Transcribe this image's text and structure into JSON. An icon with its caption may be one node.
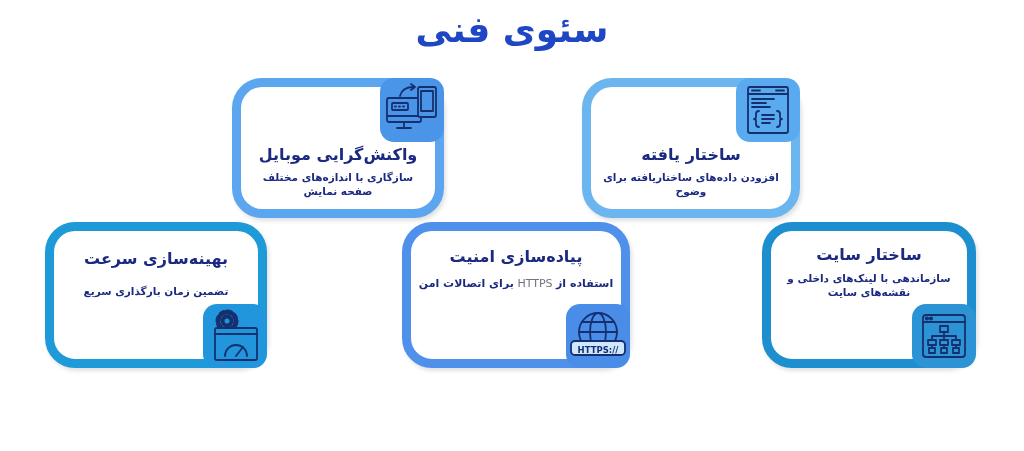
{
  "diagram": {
    "title": "سئوی فنی",
    "nodes": [
      {
        "text": [
          "ساختار سایت",
          "سازماندهی با لینک‌های داخلی و نقشه‌های سایت"
        ]
      },
      {
        "text": [
          "ساختار یافته",
          "افزودن داده‌های ساختاریافته برای وضوح"
        ]
      },
      {
        "text": [
          "پیاده‌سازی امنیت",
          "**استفاده از** HTTPS **برای اتصالات امن**"
        ]
      },
      {
        "text": [
          "واکنش‌گرایی موبایل",
          "سازگاری با اندازه‌های مختلف صفحه نمایش"
        ]
      },
      {
        "text": [
          "بهینه‌سازی سرعت",
          "تضمین زمان بارگذاری سریع"
        ]
      }
    ],
    "labels": [
      "HTTPS://"
    ]
  }
}
